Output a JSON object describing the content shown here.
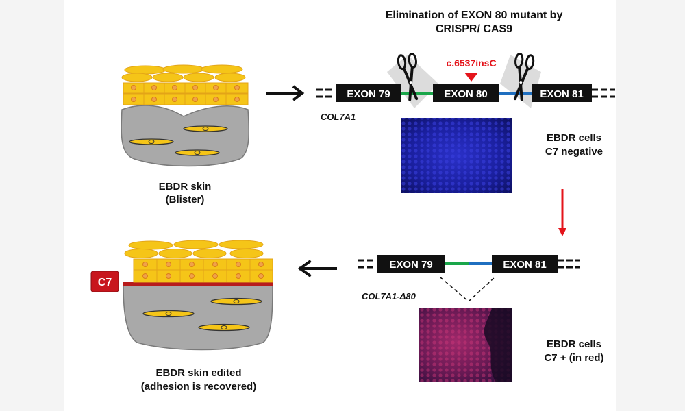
{
  "title": {
    "line1": "Elimination of EXON 80 mutant by",
    "line2": "CRISPR/ CAS9"
  },
  "top_construct": {
    "gene": "COL7A1",
    "mutation": "c.6537insC",
    "exons": [
      "EXON 79",
      "EXON 80",
      "EXON 81"
    ]
  },
  "bottom_construct": {
    "gene": "COL7A1-Δ80",
    "exons": [
      "EXON 79",
      "EXON 81"
    ]
  },
  "cells_top": {
    "line1": "EBDR cells",
    "line2": "C7 negative"
  },
  "cells_bottom": {
    "line1": "EBDR cells",
    "line2": "C7 + (in red)"
  },
  "skin_top": {
    "line1": "EBDR skin",
    "line2": "(Blister)"
  },
  "skin_bottom": {
    "line1": "EBDR skin edited",
    "line2": "(adhesion is recovered)"
  },
  "badge": "C7",
  "colors": {
    "exon": "#111111",
    "linker_green": "#1aa64a",
    "linker_blue": "#1f6fc0",
    "mutation": "#e4141b",
    "down_arrow": "#e4141b",
    "keratinocyte": "#f5c518",
    "dermis": "#a9a9a9",
    "badge": "#c8161d",
    "micro_blue": "#1a1f9e",
    "micro_red": "#7a1a4e"
  },
  "icons": [
    "scissors-icon",
    "scissors-icon"
  ]
}
